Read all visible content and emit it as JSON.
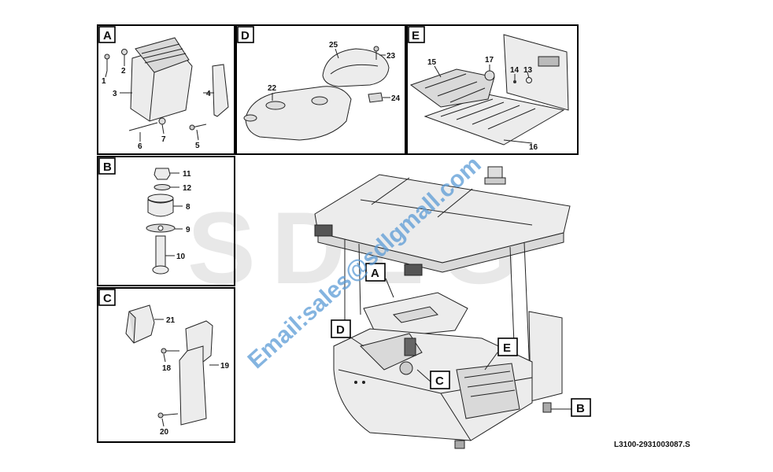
{
  "watermark": {
    "brand": "SDLG",
    "email": "Email:sales@sdlgmall.com",
    "brand_color": "#e6e6e6",
    "email_color": "#5b9bd5"
  },
  "drawing_code": "L3100-2931003087.S",
  "panels": {
    "A": {
      "label": "A",
      "callouts": [
        "1",
        "2",
        "3",
        "4",
        "5",
        "6",
        "7"
      ]
    },
    "B": {
      "label": "B",
      "callouts": [
        "11",
        "12",
        "8",
        "9",
        "10"
      ]
    },
    "C": {
      "label": "C",
      "callouts": [
        "21",
        "18",
        "19",
        "20"
      ]
    },
    "D": {
      "label": "D",
      "callouts": [
        "25",
        "23",
        "22",
        "24"
      ]
    },
    "E": {
      "label": "E",
      "callouts": [
        "15",
        "17",
        "14",
        "13",
        "16"
      ]
    }
  },
  "cab_tags": [
    "A",
    "D",
    "C",
    "E",
    "B"
  ]
}
